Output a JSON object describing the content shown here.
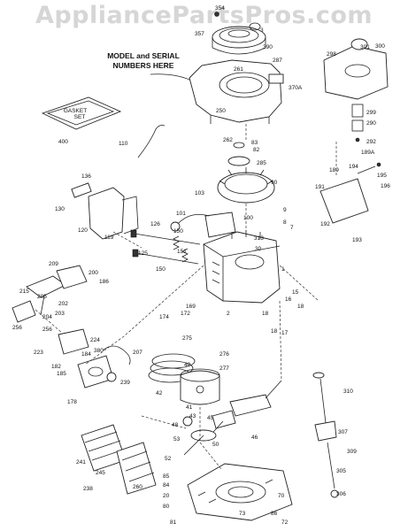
{
  "watermark": "AppliancePartsPros.com",
  "callout": {
    "line1": "MODEL and SERIAL",
    "line2": "NUMBERS HERE"
  },
  "gasket_label": {
    "line1": "GASKET",
    "line2": "SET"
  },
  "parts": {
    "p354": "354",
    "p357": "357",
    "p3": "3",
    "p390": "390",
    "p287": "287",
    "p261": "261",
    "p370A": "370A",
    "p250": "250",
    "p301": "301",
    "p298": "298",
    "p300": "300",
    "p299": "299",
    "p290": "290",
    "p292": "292",
    "p400": "400",
    "p110": "110",
    "p262": "262",
    "p83": "83",
    "p82": "82",
    "p285": "285",
    "p189A": "189A",
    "p136": "136",
    "p130": "130",
    "p120": "120",
    "p119": "119",
    "p103": "103",
    "p90": "90",
    "p189": "189",
    "p194": "194",
    "p195": "195",
    "p196": "196",
    "p191": "191",
    "p192": "192",
    "p193": "193",
    "p101": "101",
    "p126": "126",
    "p125": "125",
    "p150": "150",
    "p100": "100",
    "p9": "9",
    "p8": "8",
    "p7": "7",
    "p313": "313",
    "p30": "30",
    "p151": "151",
    "p209": "209",
    "p200": "200",
    "p186": "186",
    "p215": "215",
    "p205": "205",
    "p202": "202",
    "p204": "204",
    "p203": "203",
    "p256": "256",
    "p1": "1",
    "p15": "15",
    "p16": "16",
    "p169": "169",
    "p172": "172",
    "p174": "174",
    "p2": "2",
    "p18": "18",
    "p17": "17",
    "p224": "224",
    "p223": "223",
    "p182": "182",
    "p184": "184",
    "p380": "380",
    "p207": "207",
    "p185": "185",
    "p178": "178",
    "p239": "239",
    "p275": "275",
    "p276": "276",
    "p277": "277",
    "p40": "40",
    "p42": "42",
    "p41": "41",
    "p43": "43",
    "p45": "45",
    "p310": "310",
    "p48": "48",
    "p46": "46",
    "p53": "53",
    "p50": "50",
    "p241": "241",
    "p245": "245",
    "p238": "238",
    "p260": "260",
    "p52": "52",
    "p307": "307",
    "p309": "309",
    "p85": "85",
    "p84": "84",
    "p20": "20",
    "p305": "305",
    "p80": "80",
    "p70": "70",
    "p306": "306",
    "p73": "73",
    "p86": "86",
    "p72": "72",
    "p81": "81"
  }
}
